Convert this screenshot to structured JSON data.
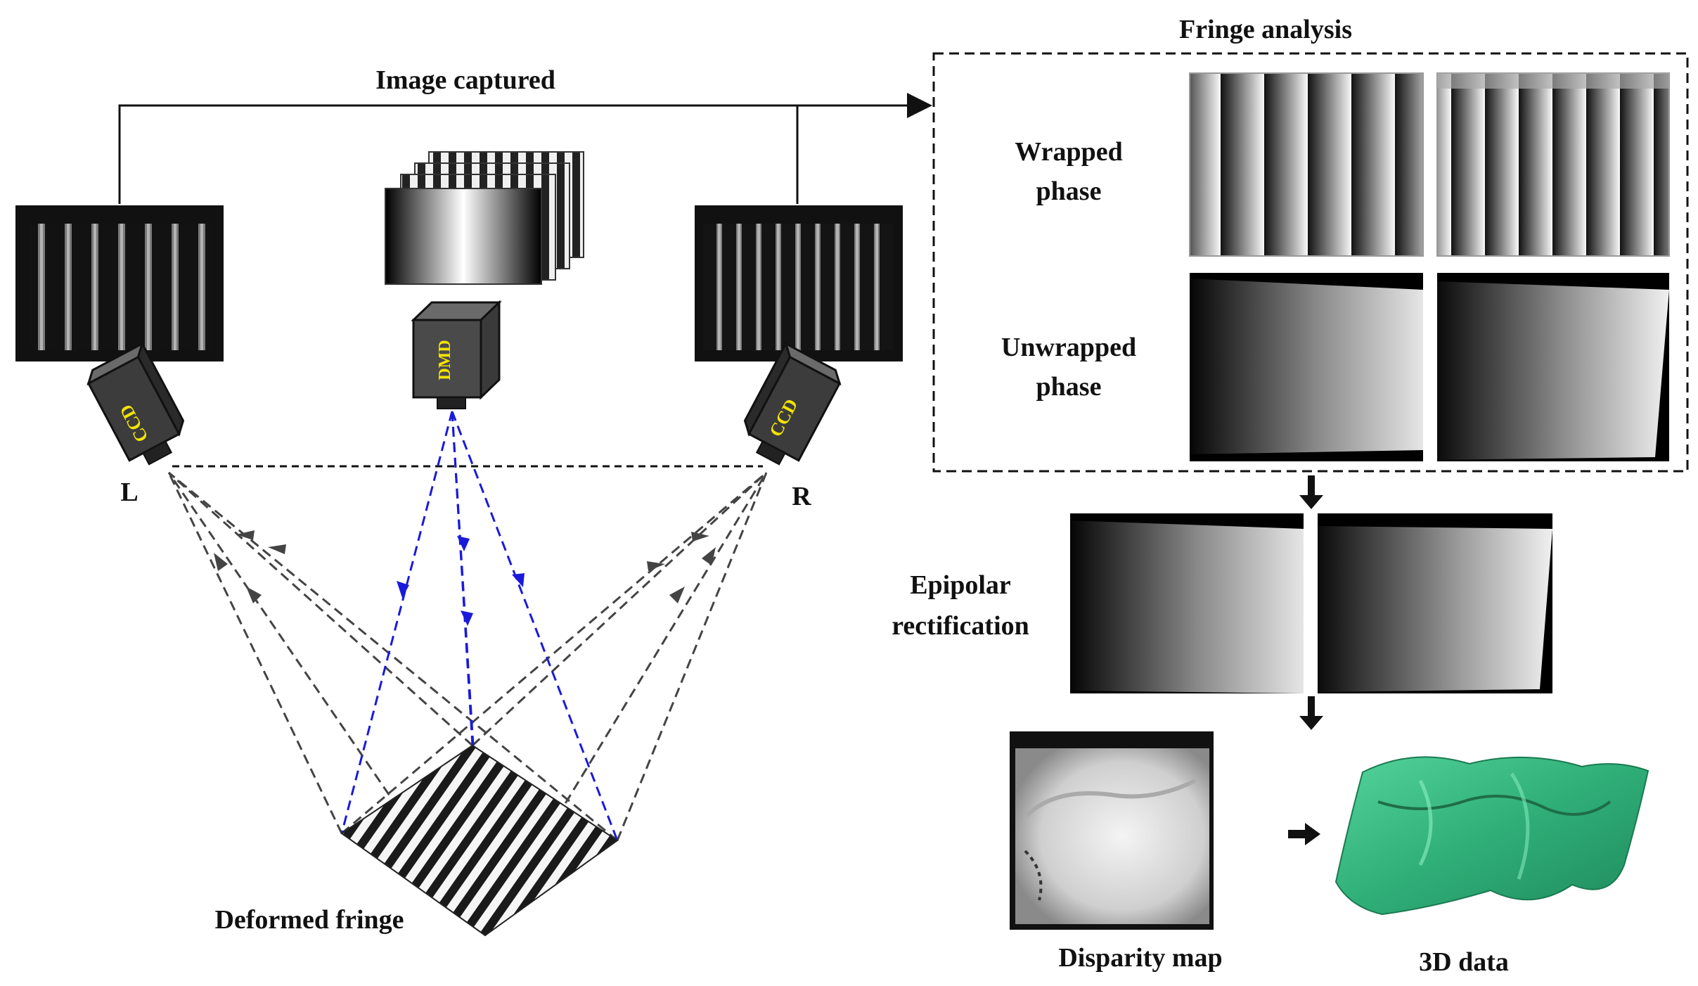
{
  "labels": {
    "image_captured": "Image captured",
    "fringe_analysis": "Fringe analysis",
    "wrapped_phase_1": "Wrapped",
    "wrapped_phase_2": "phase",
    "unwrapped_phase_1": "Unwrapped",
    "unwrapped_phase_2": "phase",
    "epipolar_1": "Epipolar",
    "epipolar_2": "rectification",
    "disparity_map": "Disparity map",
    "data_3d": "3D data",
    "deformed_fringe": "Deformed fringe",
    "left_marker": "L",
    "right_marker": "R"
  },
  "devices": {
    "left_camera": "CCD",
    "projector": "DMD",
    "right_camera": "CCD"
  },
  "colors": {
    "projection_rays": "#1a1adb",
    "reflection_rays": "#444444",
    "camera_text": "#f2e400",
    "model_surface": "#2fae78"
  },
  "icons": {
    "flow_arrow": "black-arrow-down",
    "result_arrow": "black-arrow-right"
  }
}
